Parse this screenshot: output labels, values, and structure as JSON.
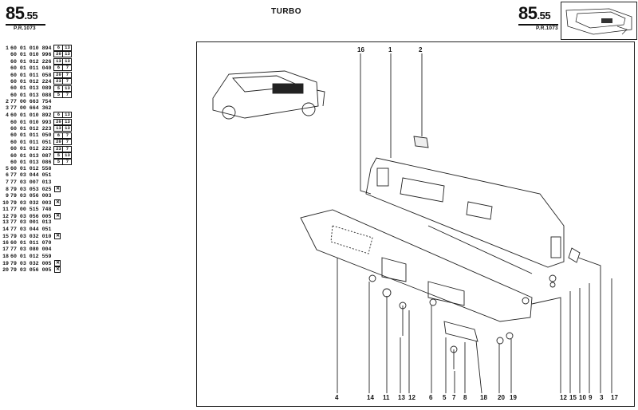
{
  "header": {
    "page_ref_left": "85",
    "page_ref_left_sub": ".55",
    "pr_left": "P.R.1073",
    "title": "TURBO",
    "page_ref_right": "85",
    "page_ref_right_sub": ".55",
    "pr_right": "P.R.1073"
  },
  "parts_list": [
    {
      "num": "1",
      "ref": "60 01 010 894",
      "q1": "6",
      "q2": "13"
    },
    {
      "num": "",
      "ref": "60 01 010 996",
      "q1": "20",
      "q2": "13"
    },
    {
      "num": "",
      "ref": "60 01 012 226",
      "q1": "13",
      "q2": "13"
    },
    {
      "num": "",
      "ref": "60 01 011 040",
      "q1": "6",
      "q2": "7"
    },
    {
      "num": "",
      "ref": "60 01 011 058",
      "q1": "20",
      "q2": "7"
    },
    {
      "num": "",
      "ref": "60 01 012 224",
      "q1": "23",
      "q2": "7"
    },
    {
      "num": "",
      "ref": "60 01 013 089",
      "q1": "5",
      "q2": "13"
    },
    {
      "num": "",
      "ref": "60 01 013 088",
      "q1": "5",
      "q2": "7"
    },
    {
      "num": "2",
      "ref": "77 00 663 754",
      "q1": "",
      "q2": ""
    },
    {
      "num": "3",
      "ref": "77 00 664 362",
      "q1": "",
      "q2": ""
    },
    {
      "num": "4",
      "ref": "60 01 010 892",
      "q1": "6",
      "q2": "13"
    },
    {
      "num": "",
      "ref": "60 01 010 993",
      "q1": "20",
      "q2": "13"
    },
    {
      "num": "",
      "ref": "60 01 012 223",
      "q1": "13",
      "q2": "13"
    },
    {
      "num": "",
      "ref": "60 01 011 050",
      "q1": "6",
      "q2": "7"
    },
    {
      "num": "",
      "ref": "60 01 011 051",
      "q1": "20",
      "q2": "7"
    },
    {
      "num": "",
      "ref": "60 01 012 222",
      "q1": "23",
      "q2": "7"
    },
    {
      "num": "",
      "ref": "60 01 013 087",
      "q1": "5",
      "q2": "13"
    },
    {
      "num": "",
      "ref": "60 01 013 086",
      "q1": "5",
      "q2": "7"
    },
    {
      "num": "5",
      "ref": "60 01 012 558",
      "q1": "",
      "q2": ""
    },
    {
      "num": "6",
      "ref": "77 03 044 051",
      "q1": "",
      "q2": ""
    },
    {
      "num": "7",
      "ref": "77 03 007 013",
      "q1": "",
      "q2": ""
    },
    {
      "num": "8",
      "ref": "79 03 053 025",
      "x": true
    },
    {
      "num": "9",
      "ref": "79 03 056 003",
      "q1": "",
      "q2": ""
    },
    {
      "num": "10",
      "ref": "79 03 032 003",
      "x": true
    },
    {
      "num": "11",
      "ref": "77 00 515 748",
      "q1": "",
      "q2": ""
    },
    {
      "num": "12",
      "ref": "79 03 056 005",
      "x": true
    },
    {
      "num": "13",
      "ref": "77 03 001 013",
      "q1": "",
      "q2": ""
    },
    {
      "num": "14",
      "ref": "77 03 044 051",
      "q1": "",
      "q2": ""
    },
    {
      "num": "15",
      "ref": "79 03 032 010",
      "x": true
    },
    {
      "num": "16",
      "ref": "60 01 011 070",
      "q1": "",
      "q2": ""
    },
    {
      "num": "17",
      "ref": "77 03 080 004",
      "q1": "",
      "q2": ""
    },
    {
      "num": "18",
      "ref": "60 01 012 559",
      "q1": "",
      "q2": ""
    },
    {
      "num": "19",
      "ref": "79 03 032 005",
      "x": true
    },
    {
      "num": "20",
      "ref": "79 03 056 005",
      "x": true
    }
  ],
  "callouts_top": [
    "16",
    "1",
    "2"
  ],
  "callouts_bottom": [
    "4",
    "14",
    "11",
    "13",
    "12",
    "6",
    "5",
    "7",
    "8",
    "18",
    "20",
    "19",
    "12",
    "15",
    "10",
    "9",
    "3",
    "17"
  ]
}
